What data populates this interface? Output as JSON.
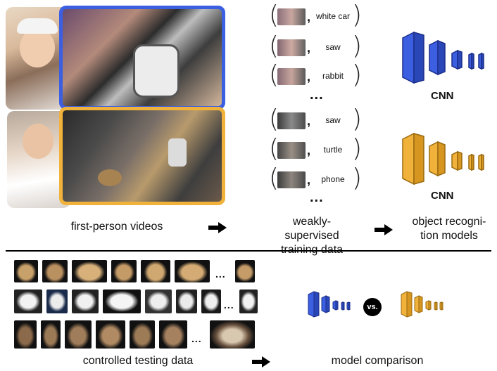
{
  "top_left": {
    "caption": "first-person videos"
  },
  "top_middle": {
    "caption": "weakly-supervised training data",
    "group1_labels": [
      "white car",
      "saw",
      "rabbit"
    ],
    "group2_labels": [
      "saw",
      "turtle",
      "phone"
    ],
    "ellipsis": "..."
  },
  "top_right": {
    "caption": "object recogni-tion models",
    "cnn_label": "CNN"
  },
  "bottom": {
    "left_caption": "controlled testing data",
    "right_caption": "model comparison",
    "vs_label": "vs.",
    "ellipsis": "..."
  },
  "colors": {
    "blue": "#3b5fe0",
    "orange": "#f0b23a"
  }
}
